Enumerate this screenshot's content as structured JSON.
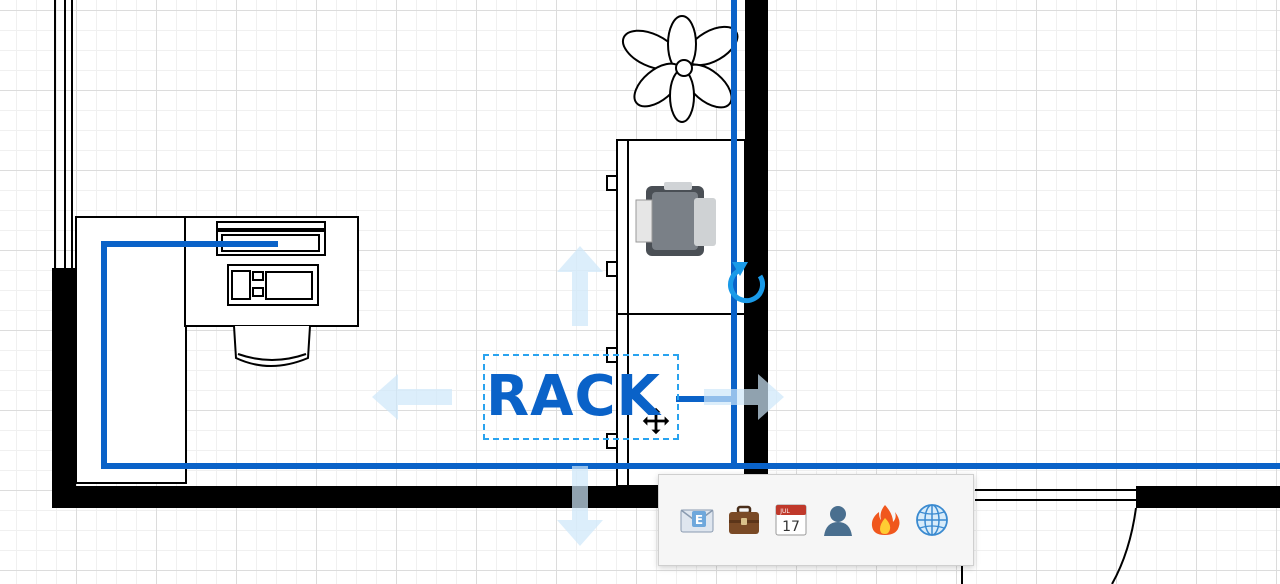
{
  "canvas": {
    "grid": true
  },
  "shapes": {
    "rack_label": "RACK"
  },
  "popup": {
    "apps": [
      {
        "icon": "mail-icon"
      },
      {
        "icon": "briefcase-icon"
      },
      {
        "icon": "calendar-icon",
        "month": "JUL",
        "day": "17"
      },
      {
        "icon": "contact-icon"
      },
      {
        "icon": "fire-icon"
      },
      {
        "icon": "globe-icon"
      }
    ]
  },
  "colors": {
    "accent_blue": "#0a62c8",
    "selection_blue": "#29a3ef",
    "handle_blue": "#d6ecfb",
    "wall": "#000000"
  }
}
